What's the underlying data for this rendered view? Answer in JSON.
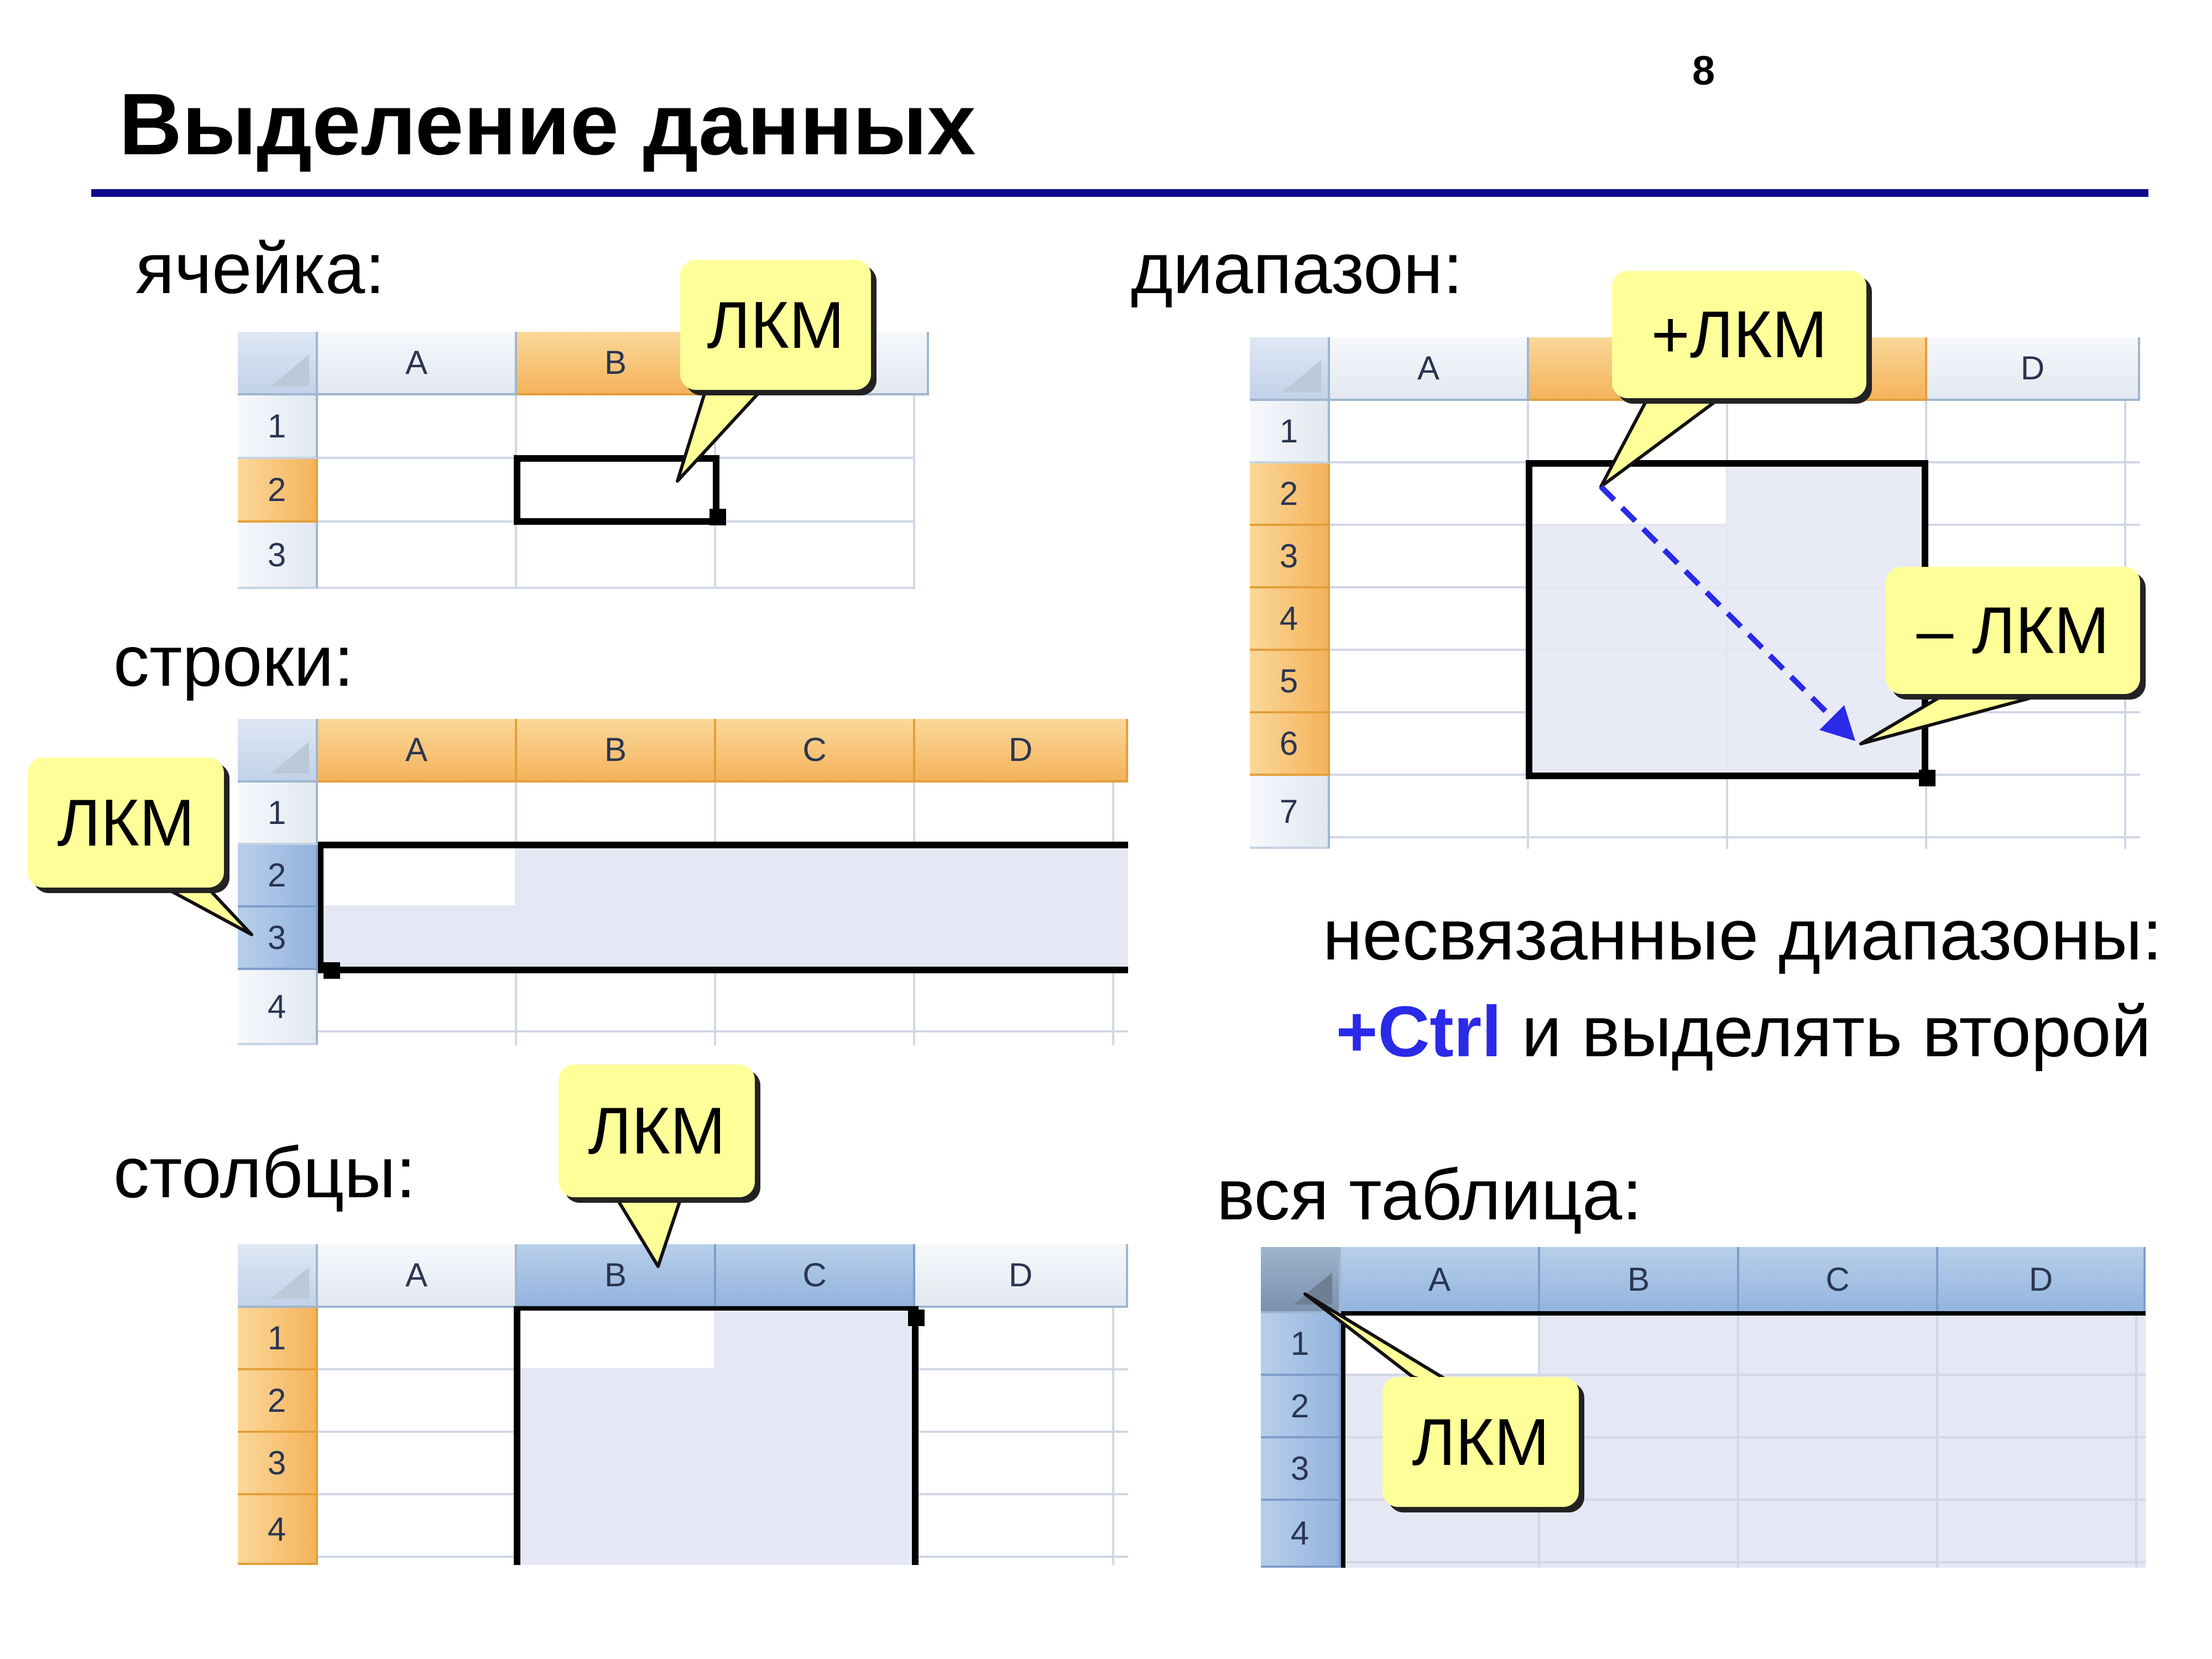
{
  "slide": {
    "title": "Выделение данных",
    "page_number": "8"
  },
  "sections": {
    "cell": "ячейка:",
    "range": "диапазон:",
    "rows": "строки:",
    "columns": "столбцы:",
    "disjoint": "несвязанные диапазоны:",
    "ctrl_key": "+Ctrl",
    "ctrl_rest": " и выделять второй",
    "whole": "вся таблица:"
  },
  "callouts": {
    "click": "ЛКМ",
    "press": "+ЛКМ",
    "release": "– ЛКМ"
  },
  "sheets": {
    "cell": {
      "cols": [
        "A",
        "B",
        ""
      ],
      "rows": [
        "1",
        "2",
        "3"
      ]
    },
    "range": {
      "cols": [
        "A",
        "B",
        "C",
        "D"
      ],
      "rows": [
        "1",
        "2",
        "3",
        "4",
        "5",
        "6",
        "7"
      ]
    },
    "rows": {
      "cols": [
        "A",
        "B",
        "C",
        "D"
      ],
      "rows": [
        "1",
        "2",
        "3",
        "4"
      ]
    },
    "columns": {
      "cols": [
        "A",
        "B",
        "C",
        "D"
      ],
      "rows": [
        "1",
        "2",
        "3",
        "4"
      ]
    },
    "whole": {
      "cols": [
        "A",
        "B",
        "C",
        "D"
      ],
      "rows": [
        "1",
        "2",
        "3",
        "4"
      ]
    }
  },
  "colors": {
    "title_rule": "#0a0a8a",
    "ctrl_text": "#2a2ae8",
    "callout_fill": "#ffff99",
    "drag_arrow": "#2a2ae8",
    "header_highlight": "#f4b35b",
    "header_selected": "#93b4de",
    "selection_shade": "#e5e8f4"
  }
}
